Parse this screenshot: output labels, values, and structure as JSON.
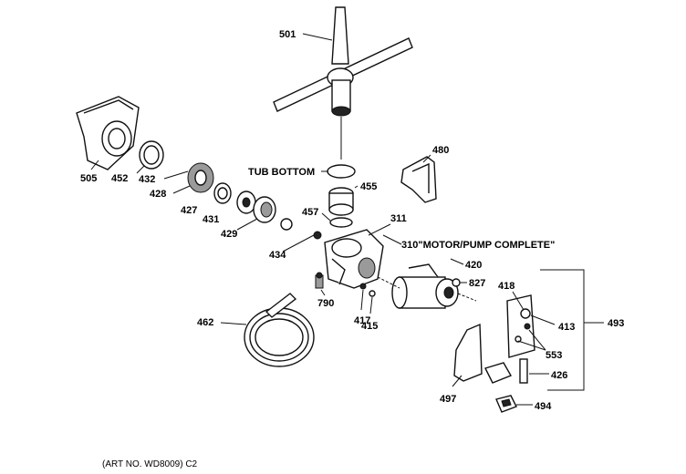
{
  "diagram": {
    "labels": {
      "p501": "501",
      "p505": "505",
      "p452": "452",
      "p432": "432",
      "p428": "428",
      "p427": "427",
      "p431": "431",
      "p429": "429",
      "p434": "434",
      "p457": "457",
      "p455": "455",
      "p311": "311",
      "p480": "480",
      "tub_bottom": "TUB BOTTOM",
      "p310": "310\"MOTOR/PUMP COMPLETE\"",
      "p420": "420",
      "p827": "827",
      "p790": "790",
      "p417": "417",
      "p415": "415",
      "p462": "462",
      "p418": "418",
      "p413": "413",
      "p553": "553",
      "p493": "493",
      "p426": "426",
      "p497": "497",
      "p494": "494"
    },
    "caption": "(ART NO. WD8009) C2"
  }
}
